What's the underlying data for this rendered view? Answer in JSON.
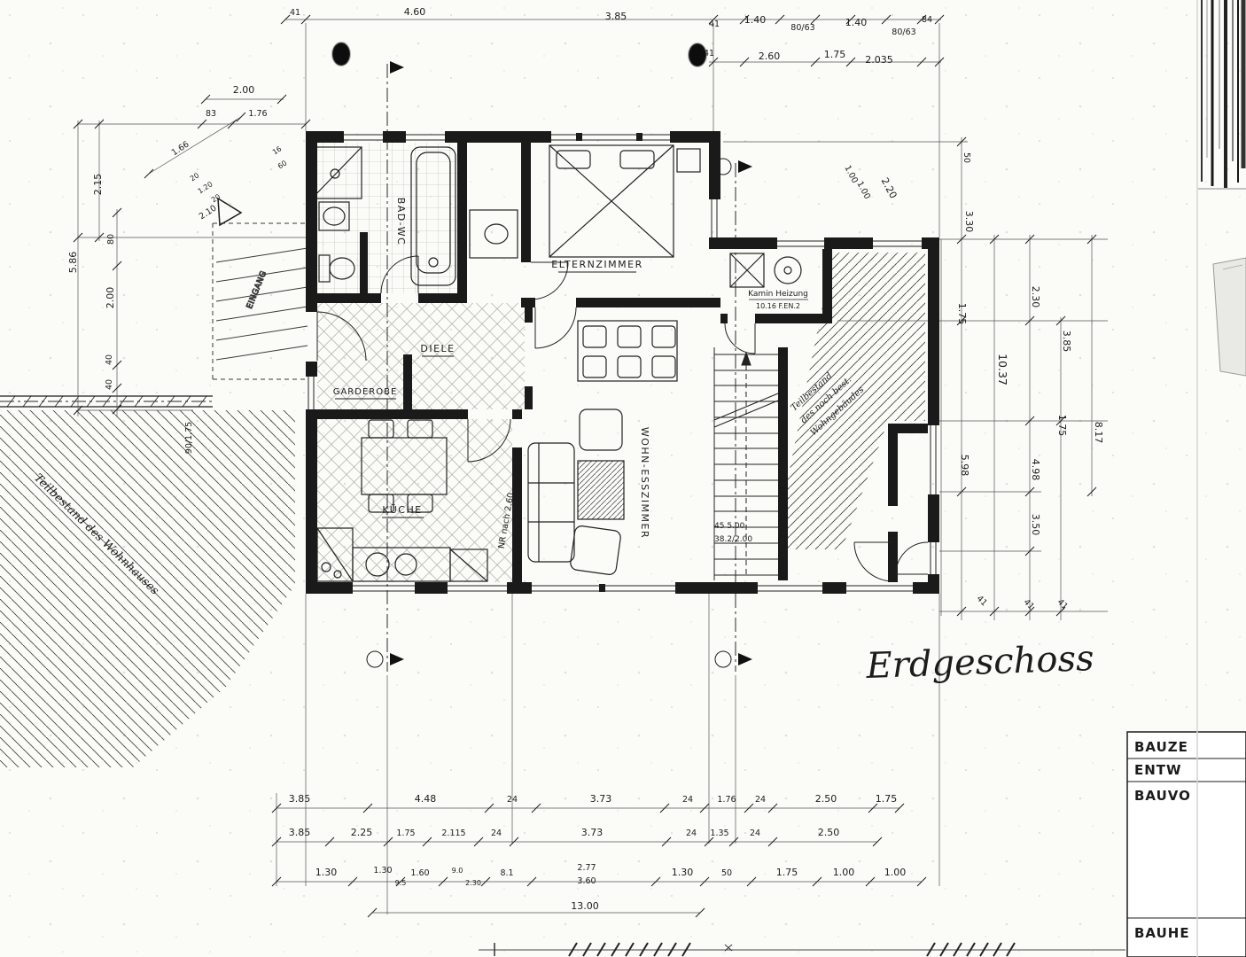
{
  "page": {
    "paper_color": "#fbfbf8",
    "ink_color": "#1c1c1c",
    "floor_label_script": "Erdgeschoss"
  },
  "rooms": {
    "bad_wc": "BAD-WC",
    "elternzimmer": "ELTERNZIMMER",
    "diele": "DIELE",
    "garderobe": "GARDEROBE",
    "kueche": "KÜCHE",
    "wohn_esszimmer": "WOHN-ESSZIMMER",
    "kamin_line1": "Kamin Heizung",
    "kamin_line2": "10.16 F.EN.2",
    "eingang": "EINGANG"
  },
  "annotations": {
    "stairs_line1": "45 5.00",
    "stairs_line2": "38.2/2.00",
    "nr_note": "NR nach 2.60",
    "teilbestand_left": "Teilbestand des Wohnhauses",
    "teilbestand_right_1": "Teilbestand",
    "teilbestand_right_2": "des noch best.",
    "teilbestand_right_3": "Wohngebäudes"
  },
  "dims": {
    "top_row1": [
      "41",
      "4.60",
      "3.85",
      "41",
      "1.40",
      "80/63",
      "1.40",
      "80/63",
      "84"
    ],
    "top_row2": [
      "41",
      "2.60",
      "1.75",
      "2.035"
    ],
    "left": [
      "2.00",
      "83",
      "1.76",
      "1.66",
      "16",
      "60",
      "20",
      "1.20",
      "20",
      "2.10",
      "2.15",
      "5.86",
      "80",
      "2.00",
      "40",
      "40",
      "90/1.75"
    ],
    "right": [
      "1.00",
      "1.00",
      "2.20",
      "50",
      "3.30",
      "1.75",
      "2.30",
      "3.85",
      "10.37",
      "1.75",
      "8.17",
      "5.98",
      "4.98",
      "3.50",
      "41",
      "41",
      "41"
    ],
    "bottom_row1": [
      "3.85",
      "4.48",
      "24",
      "3.73",
      "24",
      "1.76",
      "24",
      "2.50",
      "1.75"
    ],
    "bottom_row2": [
      "3.85",
      "2.25",
      "1.75",
      "2.115",
      "24",
      "3.73",
      "24",
      "1.35",
      "24",
      "2.50"
    ],
    "bottom_row3": [
      "1.30",
      "1.30",
      "9.5",
      "1.60",
      "9.0",
      "2.30",
      "8.1",
      "2.77",
      "3.60",
      "1.30",
      "50",
      "1.75",
      "1.00",
      "1.00"
    ],
    "bottom_row4": [
      "13.00"
    ]
  },
  "titleblock": {
    "rows": [
      "BAUZE",
      "ENTW",
      "BAUVO",
      "BAUHE"
    ]
  }
}
